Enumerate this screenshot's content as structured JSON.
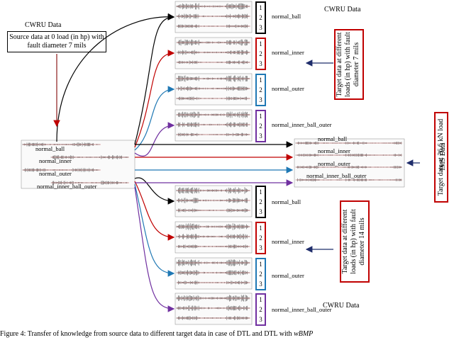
{
  "top_title": "CWRU Data",
  "source_box_text": "Source data at 0 load (in hp) with fault diameter 7 mils",
  "source_title": "CWRU Data",
  "source_signals": [
    "normal_ball",
    "normal_inner",
    "normal_outer",
    "normal_inner_ball_outer"
  ],
  "groups": [
    {
      "label": "normal_ball",
      "numbers": [
        "1",
        "2",
        "3"
      ],
      "color": "#000000"
    },
    {
      "label": "normal_inner",
      "numbers": [
        "1",
        "2",
        "3"
      ],
      "color": "#c00000"
    },
    {
      "label": "normal_outer",
      "numbers": [
        "1",
        "2",
        "3"
      ],
      "color": "#1f78b4"
    },
    {
      "label": "normal_inner_ball_outer",
      "numbers": [
        "1",
        "2",
        "3"
      ],
      "color": "#7030a0"
    }
  ],
  "groups_14": [
    {
      "label": "normal_ball",
      "numbers": [
        "1",
        "2",
        "3"
      ],
      "color": "#000000"
    },
    {
      "label": "normal_inner",
      "numbers": [
        "1",
        "2",
        "3"
      ],
      "color": "#c00000"
    },
    {
      "label": "normal_outer",
      "numbers": [
        "1",
        "2",
        "3"
      ],
      "color": "#1f78b4"
    },
    {
      "label": "normal_inner_ball_outer",
      "numbers": [
        "1",
        "2",
        "3"
      ],
      "color": "#7030a0"
    }
  ],
  "ims_signals": [
    "normal_ball",
    "normal_inner",
    "normal_outer",
    "normal_inner_ball_outer"
  ],
  "target_7_text": "Target data at different loads (in hp) with fault diameter 7 mils",
  "target_14_text": "Target data at different loads (in hp) with fault diameter 14 mils",
  "ims_target_text": "Target data at 26.6 kN load",
  "ims_label": "IMS Data",
  "bottom_title": "CWRU Data",
  "caption_text": "Figure 4: Transfer of knowledge from source data to different target data in case of DTL and DTL with ",
  "caption_italic": "wBMP",
  "accent_colors": {
    "red": "#c00000",
    "blue": "#1f78b4",
    "purple": "#7030a0",
    "navy": "#1f2d6b"
  }
}
